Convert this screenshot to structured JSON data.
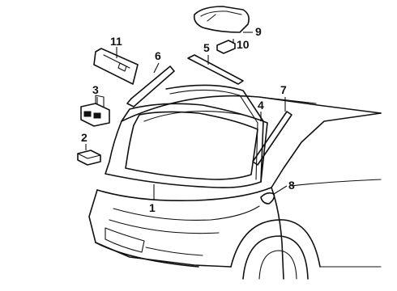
{
  "diagram": {
    "callouts": [
      {
        "id": "part-1",
        "label": "1"
      },
      {
        "id": "part-2",
        "label": "2"
      },
      {
        "id": "part-3",
        "label": "3"
      },
      {
        "id": "part-4",
        "label": "4"
      },
      {
        "id": "part-5",
        "label": "5"
      },
      {
        "id": "part-6",
        "label": "6"
      },
      {
        "id": "part-7",
        "label": "7"
      },
      {
        "id": "part-8",
        "label": "8"
      },
      {
        "id": "part-9",
        "label": "9"
      },
      {
        "id": "part-10",
        "label": "10"
      },
      {
        "id": "part-11",
        "label": "11"
      }
    ],
    "colors": {
      "ink": "#111111",
      "background": "#ffffff"
    }
  }
}
